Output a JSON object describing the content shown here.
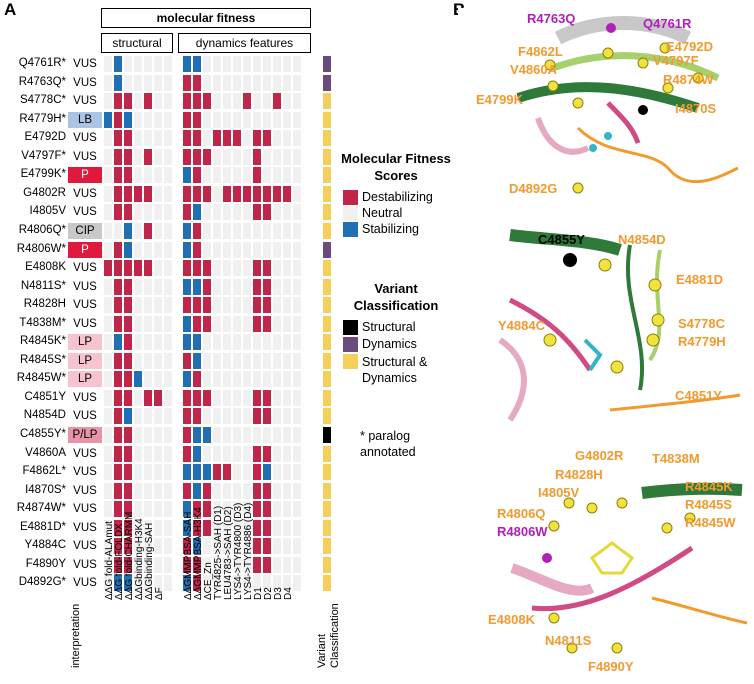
{
  "panel_a_letter": "A",
  "panel_b_letter": "B",
  "header": {
    "top": "molecular fitness",
    "structural": "structural",
    "dynamics": "dynamics features"
  },
  "colors": {
    "destabilizing": "#c0264a",
    "neutral": "#f0f0f0",
    "stabilizing": "#1f6fb2",
    "structural": "#000000",
    "dynamics": "#6b4a7e",
    "both": "#f4d05a",
    "VUS": "#ffffff",
    "LB": "#a9c4e4",
    "P": "#e0193f",
    "CIP": "#c8c8c8",
    "LP": "#f7c3cf",
    "P/LP": "#e793a8",
    "orange_label": "#f29a2e",
    "magenta_label": "#b01fb8"
  },
  "columns": [
    "ΔΔG fold-ALAmut",
    "ΔΔG fold-FOLDX",
    "ΔΔG fold-CHARMM",
    "ΔΔGbinding-H3K4",
    "ΔΔGbinding-SAH",
    "ΔF",
    "ΔΔGMMPBSA-SAH",
    "ΔΔGMMPBSA-H3K4",
    "ΔCE_Zn",
    "TYR4825->SAH (D1)",
    "LEU4783->SAH (D2)",
    "LYS4->TYR4800 (D3)",
    "LYS4->TYR4886 (D4)",
    "D1",
    "D2",
    "D3",
    "D4"
  ],
  "interp_axis_label": "interpretation",
  "class_axis_label": "Variant Classification",
  "variants": [
    {
      "name": "Q4761R*",
      "interp": "VUS",
      "cells": "0200000220000000000",
      "cls": "dynamics"
    },
    {
      "name": "R4763Q*",
      "interp": "VUS",
      "cells": "0200000110000000000",
      "cls": "dynamics"
    },
    {
      "name": "S4778C*",
      "interp": "VUS",
      "cells": "0110100111000100100",
      "cls": "both"
    },
    {
      "name": "R4779H*",
      "interp": "LB",
      "cells": "2120000110000000000",
      "cls": "both"
    },
    {
      "name": "E4792D",
      "interp": "VUS",
      "cells": "0110000110111011000",
      "cls": "both"
    },
    {
      "name": "V4797F*",
      "interp": "VUS",
      "cells": "0110100111000010000",
      "cls": "both"
    },
    {
      "name": "E4799K*",
      "interp": "P",
      "cells": "0110000210000010000",
      "cls": "both"
    },
    {
      "name": "G4802R",
      "interp": "VUS",
      "cells": "0111100111011111110",
      "cls": "both"
    },
    {
      "name": "I4805V",
      "interp": "VUS",
      "cells": "0110000120000011000",
      "cls": "both"
    },
    {
      "name": "R4806Q*",
      "interp": "CIP",
      "cells": "0020100210000000000",
      "cls": "both"
    },
    {
      "name": "R4806W*",
      "interp": "P",
      "cells": "0120000210000000000",
      "cls": "dynamics"
    },
    {
      "name": "E4808K",
      "interp": "VUS",
      "cells": "1111100111000011000",
      "cls": "both"
    },
    {
      "name": "N4811S*",
      "interp": "VUS",
      "cells": "0110000221000011000",
      "cls": "both"
    },
    {
      "name": "R4828H",
      "interp": "VUS",
      "cells": "0110000111000011000",
      "cls": "both"
    },
    {
      "name": "T4838M*",
      "interp": "VUS",
      "cells": "0110000211000011000",
      "cls": "both"
    },
    {
      "name": "R4845K*",
      "interp": "LP",
      "cells": "0210000220000000000",
      "cls": "both"
    },
    {
      "name": "R4845S*",
      "interp": "LP",
      "cells": "0110000120000000000",
      "cls": "both"
    },
    {
      "name": "R4845W*",
      "interp": "LP",
      "cells": "0112000210000000000",
      "cls": "both"
    },
    {
      "name": "C4851Y",
      "interp": "VUS",
      "cells": "0110110111000011000",
      "cls": "both"
    },
    {
      "name": "N4854D",
      "interp": "VUS",
      "cells": "0120000110000011000",
      "cls": "both"
    },
    {
      "name": "C4855Y*",
      "interp": "P/LP",
      "cells": "0110000122000000000",
      "cls": "structural"
    },
    {
      "name": "V4860A",
      "interp": "VUS",
      "cells": "0110000120000011000",
      "cls": "both"
    },
    {
      "name": "F4862L*",
      "interp": "VUS",
      "cells": "0110000222110012000",
      "cls": "both"
    },
    {
      "name": "I4870S*",
      "interp": "VUS",
      "cells": "0110000121000011000",
      "cls": "both"
    },
    {
      "name": "R4874W*",
      "interp": "VUS",
      "cells": "0110000211000011000",
      "cls": "both"
    },
    {
      "name": "E4881D*",
      "interp": "VUS",
      "cells": "0110000211000011000",
      "cls": "both"
    },
    {
      "name": "Y4884C",
      "interp": "VUS",
      "cells": "0110000120000011000",
      "cls": "both"
    },
    {
      "name": "F4890Y",
      "interp": "VUS",
      "cells": "0110000110000011000",
      "cls": "both"
    },
    {
      "name": "D4892G*",
      "interp": "VUS",
      "cells": "0220000210000000000",
      "cls": "both"
    }
  ],
  "legend_fitness": {
    "title": "Molecular Fitness Scores",
    "items": [
      "Destabilizing",
      "Neutral",
      "Stabilizing"
    ]
  },
  "legend_class": {
    "title": "Variant Classification",
    "items": [
      "Structural",
      "Dynamics",
      "Structural & Dynamics"
    ]
  },
  "footnote": "* paralog annotated",
  "panel_b": {
    "top_labels": [
      "R4763Q",
      "Q4761R",
      "F4862L",
      "E4792D",
      "V4860A",
      "V4797F",
      "R4874W",
      "E4799K",
      "I4870S",
      "D4892G"
    ],
    "mid_labels": [
      "C4855Y",
      "N4854D",
      "E4881D",
      "Y4884C",
      "S4778C",
      "R4779H",
      "C4851Y"
    ],
    "bot_labels": [
      "G4802R",
      "T4838M",
      "R4828H",
      "I4805V",
      "R4806Q",
      "R4806W",
      "R4845K",
      "R4845S",
      "R4845W",
      "E4808K",
      "N4811S",
      "F4890Y"
    ]
  }
}
